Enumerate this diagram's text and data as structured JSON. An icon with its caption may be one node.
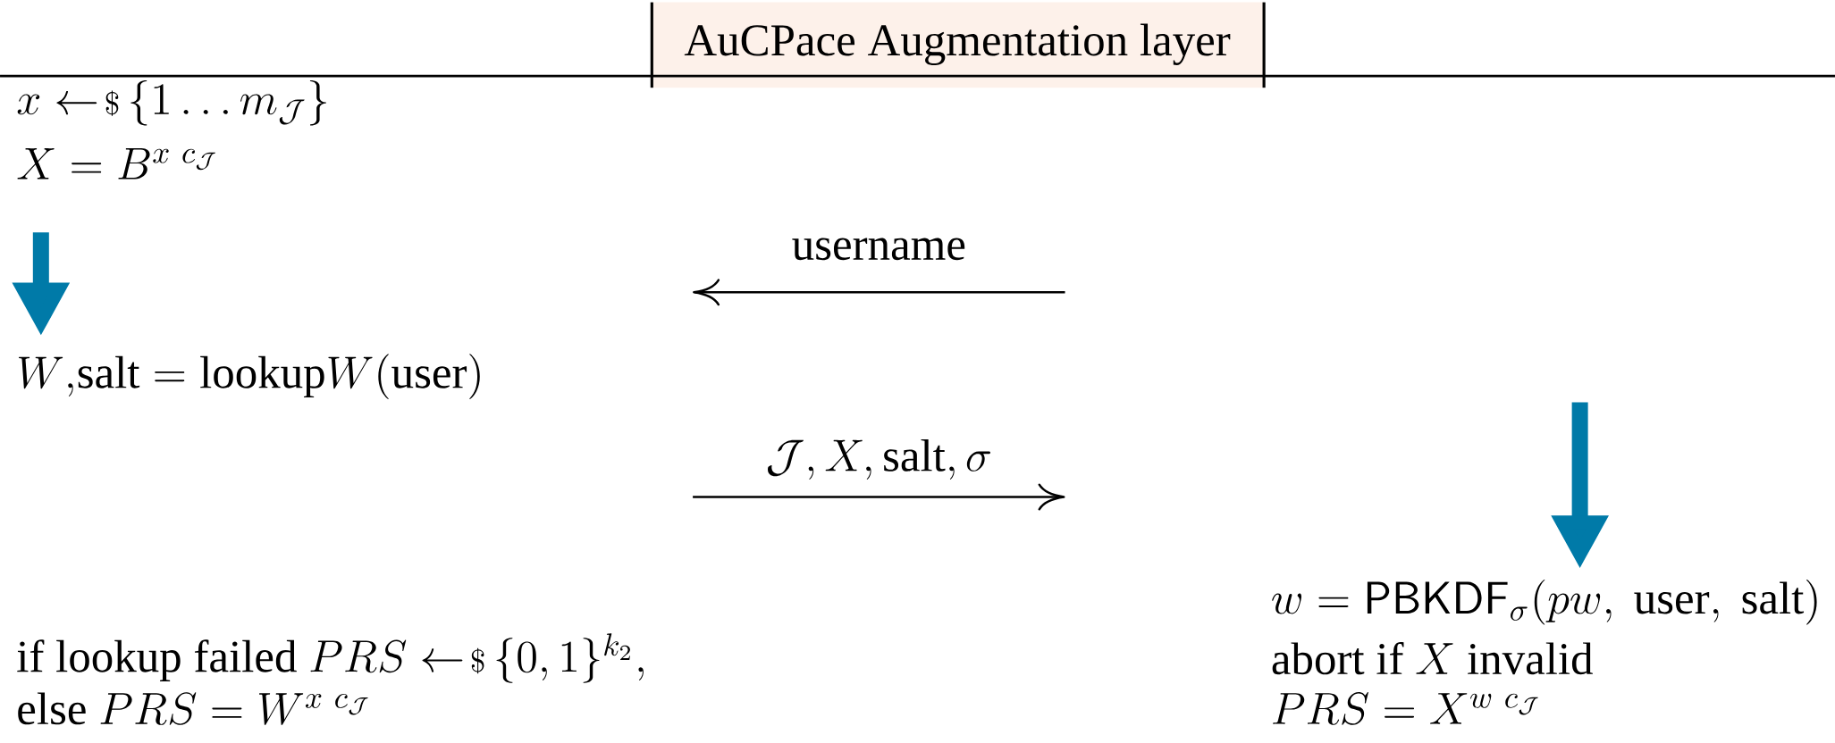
{
  "diagram": {
    "title": "AuCPace Augmentation layer",
    "nodes": [
      {
        "text": [
          "X = B^{x\\ c_{\\mathcal{J}}}"
        ]
      },
      {
        "text": [
          "W{,}\\mathrm{salt} = \\mathrm{lookup}W(\\mathrm{user})"
        ]
      },
      {
        "text": [
          "w = \\mathsf{PBKDF}_{\\sigma}(pw,\\ \\mathrm{user},\\ \\mathrm{salt})"
        ]
      }
    ],
    "edges": [
      {
        "from": 0,
        "to": 1,
        "arrow": "to"
      },
      {
        "from": null,
        "to": 2,
        "arrow": "to"
      }
    ],
    "labels": [
      "x \\leftarrow\\!{\\scriptstyle\\$}\\, \\{1 \\ldots m_{\\mathcal{J}}\\}",
      "username",
      "\\mathcal{J}, X, \\mathrm{salt}, \\sigma",
      "\\mathrm{if\\ lookup\\ failed}\\ PRS \\leftarrow\\!{\\scriptstyle\\$}\\, \\{0,1\\}^{k_2},",
      "\\mathrm{abort\\ if}\\ X\\ \\mathrm{invalid}",
      "\\mathrm{else}\\ PRS = W^{x\\ c_{\\mathcal{J}}}",
      "PRS = X^{w\\ c_{\\mathcal{J}}}"
    ]
  }
}
